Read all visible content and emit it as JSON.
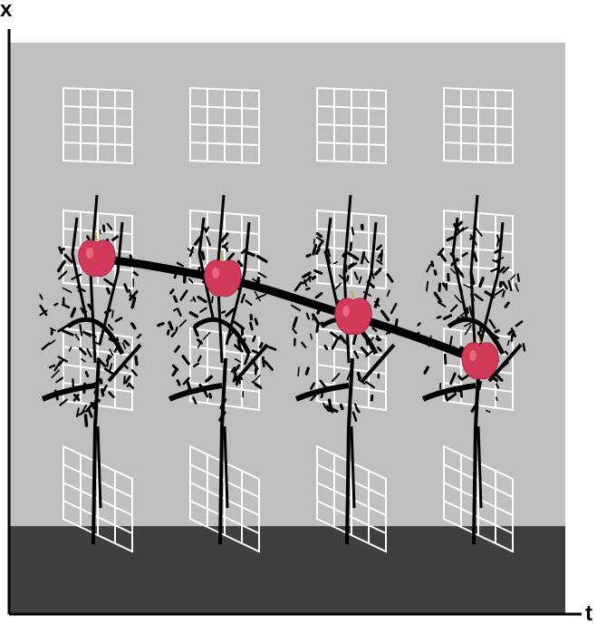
{
  "axes": {
    "vertical_label": "x",
    "horizontal_label": "t"
  },
  "colors": {
    "background": "#bfbfbf",
    "floor": "#3f3f3f",
    "grid": "#ffffff",
    "tree": "#000000",
    "trajectory": "#000000",
    "apple": "#d23a5a",
    "apple_highlight": "#f07a8e",
    "stem": "#c9a227"
  },
  "frames": [
    {
      "index": 1
    },
    {
      "index": 2
    },
    {
      "index": 3
    },
    {
      "index": 4
    }
  ],
  "trajectory": {
    "description_points": 4
  }
}
